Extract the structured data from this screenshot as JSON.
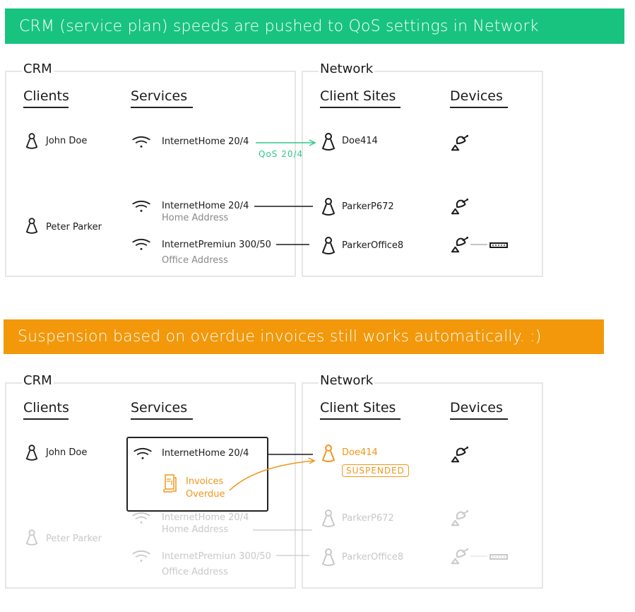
{
  "banners": {
    "top": "CRM (service plan) speeds are pushed to QoS settings in Network",
    "bottom": "Suspension based on overdue invoices still works automatically. :)"
  },
  "colors": {
    "green": "#18c37f",
    "orange": "#f2980a",
    "faded": "#c8c8c8"
  },
  "diagram1": {
    "crm": {
      "title": "CRM",
      "clients_header": "Clients",
      "services_header": "Services",
      "clients": [
        {
          "name": "John Doe",
          "icon": "person-icon"
        },
        {
          "name": "Peter Parker",
          "icon": "person-icon"
        }
      ],
      "services": [
        {
          "name": "InternetHome 20/4",
          "address": "",
          "icon": "wifi-icon"
        },
        {
          "name": "InternetHome 20/4",
          "address": "Home Address",
          "icon": "wifi-icon"
        },
        {
          "name": "InternetPremiun 300/50",
          "address": "Office Address",
          "icon": "wifi-icon"
        }
      ]
    },
    "network": {
      "title": "Network",
      "sites_header": "Client Sites",
      "devices_header": "Devices",
      "sites": [
        {
          "name": "Doe414"
        },
        {
          "name": "ParkerP672"
        },
        {
          "name": "ParkerOffice8"
        }
      ]
    },
    "qos_label": "QoS 20/4"
  },
  "diagram2": {
    "crm": {
      "title": "CRM",
      "clients_header": "Clients",
      "services_header": "Services",
      "clients": [
        {
          "name": "John Doe"
        },
        {
          "name": "Peter Parker"
        }
      ],
      "services": [
        {
          "name": "InternetHome 20/4",
          "address": ""
        },
        {
          "name": "InternetHome 20/4",
          "address": "Home Address"
        },
        {
          "name": "InternetPremiun 300/50",
          "address": "Office Address"
        }
      ],
      "invoice_label_1": "Invoices",
      "invoice_label_2": "Overdue"
    },
    "network": {
      "title": "Network",
      "sites_header": "Client Sites",
      "devices_header": "Devices",
      "sites": [
        {
          "name": "Doe414",
          "status": "SUSPENDED"
        },
        {
          "name": "ParkerP672"
        },
        {
          "name": "ParkerOffice8"
        }
      ]
    }
  }
}
